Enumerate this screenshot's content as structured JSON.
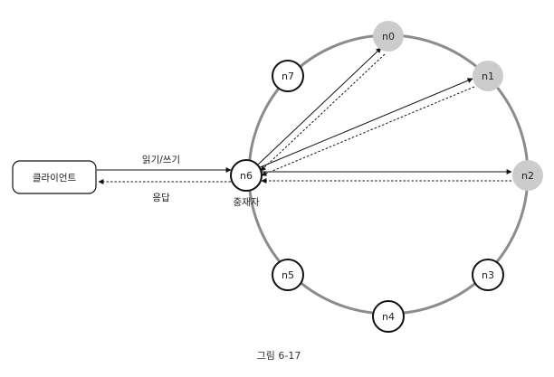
{
  "client": {
    "label": "클라이언트"
  },
  "edge_labels": {
    "request": "읽기/쓰기",
    "response": "응답"
  },
  "coordinator": {
    "label": "중재자"
  },
  "nodes": [
    {
      "id": "n0",
      "label": "n0",
      "replica": true
    },
    {
      "id": "n1",
      "label": "n1",
      "replica": true
    },
    {
      "id": "n2",
      "label": "n2",
      "replica": true
    },
    {
      "id": "n3",
      "label": "n3",
      "replica": false
    },
    {
      "id": "n4",
      "label": "n4",
      "replica": false
    },
    {
      "id": "n5",
      "label": "n5",
      "replica": false
    },
    {
      "id": "n6",
      "label": "n6",
      "replica": false
    },
    {
      "id": "n7",
      "label": "n7",
      "replica": false
    }
  ],
  "caption": "그림 6-17",
  "colors": {
    "ring": "#8c8c8c",
    "replica_fill": "#cccccc",
    "node_stroke": "#111111",
    "line": "#111111"
  }
}
